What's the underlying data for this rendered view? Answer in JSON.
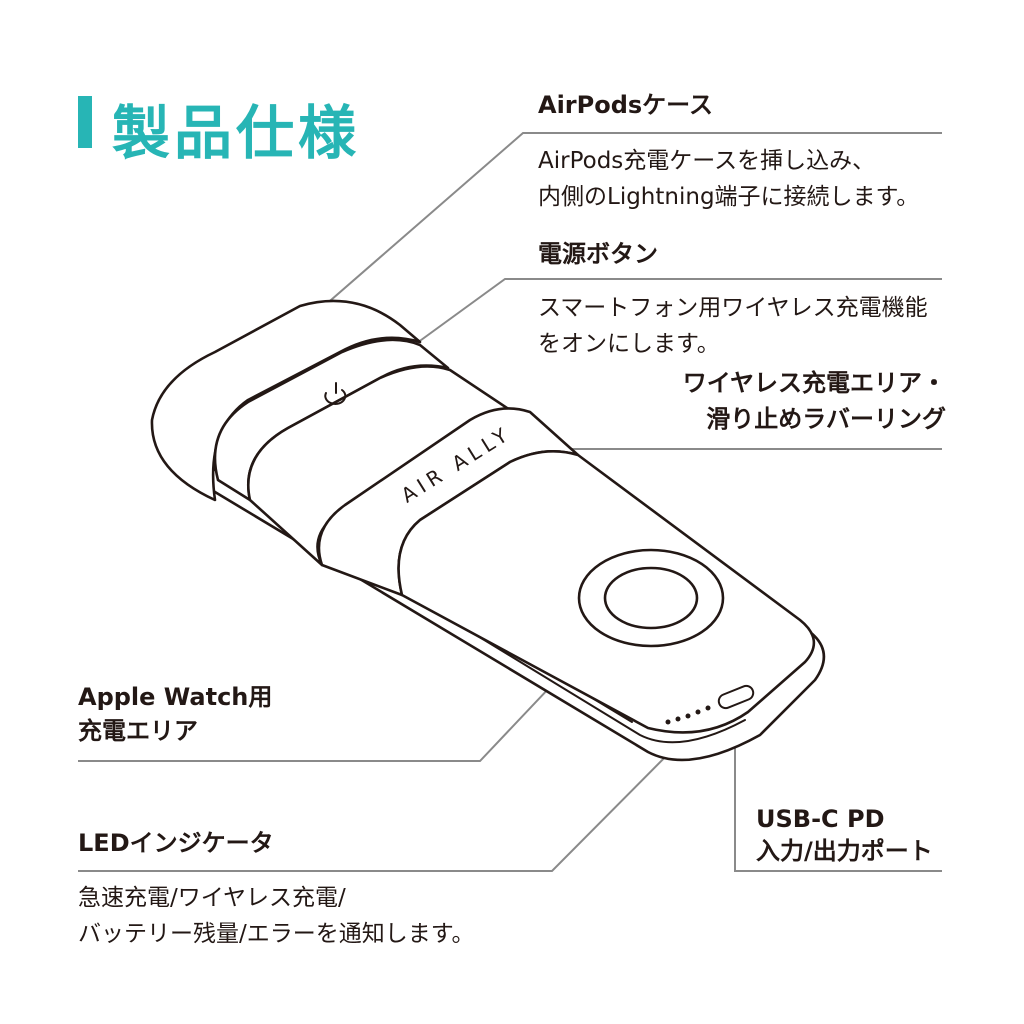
{
  "title": "製品仕様",
  "colors": {
    "accent": "#27b5b5",
    "text": "#231815",
    "leader": "#8a8a8a"
  },
  "device": {
    "brand": "AIR ALLY"
  },
  "callouts": {
    "airpods_case": {
      "label": "AirPodsケース",
      "desc": [
        "AirPods充電ケースを挿し込み、",
        "内側のLightning端子に接続します。"
      ]
    },
    "power_button": {
      "label": "電源ボタン",
      "desc": [
        "スマートフォン用ワイヤレス充電機能",
        "をオンにします。"
      ]
    },
    "wireless_area": {
      "label": [
        "ワイヤレス充電エリア・",
        "滑り止めラバーリング"
      ]
    },
    "watch_area": {
      "label": [
        "Apple Watch用",
        "充電エリア"
      ]
    },
    "led": {
      "label": "LEDインジケータ",
      "desc": [
        "急速充電/ワイヤレス充電/",
        "バッテリー残量/エラーを通知します。"
      ]
    },
    "usb_port": {
      "label": [
        "USB-C PD",
        "入力/出力ポート"
      ]
    }
  }
}
